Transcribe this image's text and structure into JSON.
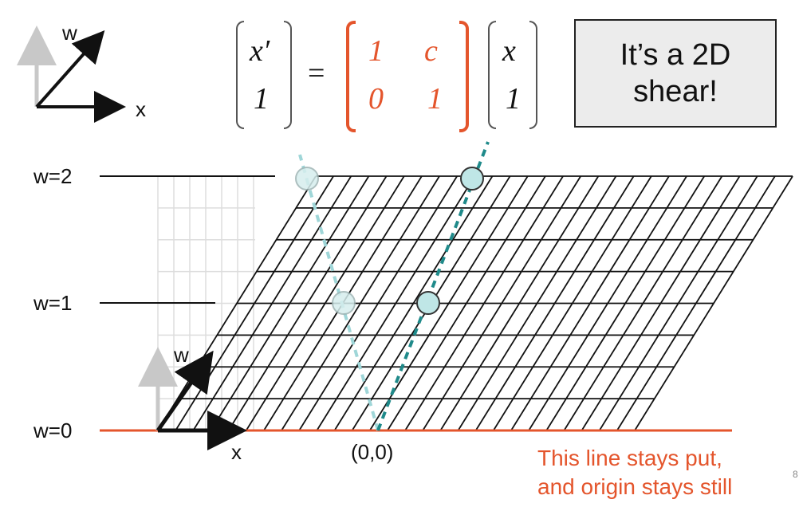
{
  "top_axes": {
    "w_label": "w",
    "x_label": "x"
  },
  "equation": {
    "lhs": [
      "x′",
      "1"
    ],
    "equals": "=",
    "matrix": [
      [
        "1",
        "c"
      ],
      [
        "0",
        "1"
      ]
    ],
    "rhs": [
      "x",
      "1"
    ]
  },
  "callout": {
    "line1": "It’s a 2D",
    "line2": "shear!"
  },
  "levels": {
    "w2": "w=2",
    "w1": "w=1",
    "w0": "w=0"
  },
  "axes": {
    "w_label": "w",
    "x_label": "x"
  },
  "origin_label": "(0,0)",
  "note": {
    "line1": "This line stays put,",
    "line2": "and origin stays still"
  },
  "page_number": "8",
  "colors": {
    "accent_red": "#e4552c",
    "teal_dark": "#1f8a8a",
    "teal_light": "#9fd6d8",
    "point_fill": "#bfe6e6",
    "grid_black": "#111111",
    "grid_faint": "#dddddd",
    "axis_gray": "#c8c8c8"
  }
}
